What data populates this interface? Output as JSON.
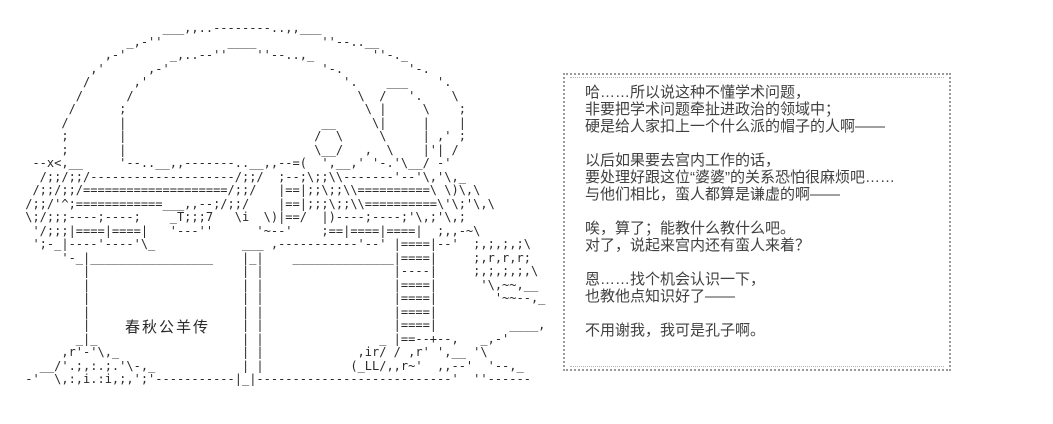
{
  "scene": {
    "background_color": "#ffffff",
    "art_color": "#2a2a2a",
    "dialogue_border_color": "#9a9a9a",
    "dialogue_text_color": "#404040"
  },
  "ascii_art": {
    "desk_label": "春秋公羊传",
    "lines": [
      "                    ___,,..--------..,,___",
      "               _,-''         ____         ''--..__",
      "            ,-'      _,..--''    ''--..,_        ''-._",
      "          ,'      ,-'                     '-.         '-.",
      "         /      ,'                           '.    ___    '.",
      "        /      /                               \\  /   '.    \\",
      "       /      ;                                 \\ |     \\    ;",
      "      /       |                           __     \\|     |    |",
      "      ;       |                          /  \\     \\     | ,' ;",
      "      ;       |                          \\__/   ,  \\    |'| /",
      "  --x<,__     '--..__,,-------..__,,--=(  ',__,' '-.'\\__/ -'",
      "   /;;/;;/--------------------/;;/  ;--;\\;;\\\\-------'--'\\,'\\,_",
      "  /;;/;;/====================/;;/   |==|;;\\;;\\\\==========\\ \\)\\,\\",
      " /;;/'^;============___,,--;/;;/    |==|;;;\\;;\\\\==========\\'\\;'\\,\\",
      " \\;/;;;----;----;    _T;;;7   \\i  \\)|==/  |)----;----;'\\,;'\\,;",
      "  '/;;;|====|====|   '---''      '~--'    ;==|====|====|  ;,,-~\\",
      "  ';-_|----'----'\\_            ___ ,-----------'--' |====|--'  ;,;,;,;\\",
      "      '-_|_________________    |_|    ______________|====|     ;,r,r,r;",
      "         |                     | |                  |----|     ;,;,;,;,\\",
      "         |                     | |                  |====|      '\\,~~,__",
      "         |                     | |                  |====|        '~~--,_",
      "         |                     | |                  |====|",
      "         |                     | |                  |====|          ____,",
      "        _|_                    | |                _ |==--+--,   _,-'",
      "      ,r'-'\\,_                 | |             ,ir/ / ,r' ',__ '\\",
      "   __/'.;,:.;.'\\-,_            | |            (_LL/,,r~'  ,,--'  '--,_",
      " -'  \\,:,i.:i,;,';'-----------|_|---------------------------'  ''------"
    ]
  },
  "dialogue": {
    "paragraphs": [
      {
        "lines": [
          "哈……所以说这种不懂学术问题，",
          "非要把学术问题牵扯进政治的领域中；",
          "硬是给人家扣上一个什么派的帽子的人啊——"
        ]
      },
      {
        "lines": [
          "以后如果要去宫内工作的话，",
          "要处理好跟这位“婆婆”的关系恐怕很麻烦吧……",
          "与他们相比，蛮人都算是谦虚的啊——"
        ]
      },
      {
        "lines": [
          "唉，算了；能教什么教什么吧。",
          "对了，说起来宫内还有蛮人来着？"
        ]
      },
      {
        "lines": [
          "恩……找个机会认识一下，",
          "也教他点知识好了——"
        ]
      },
      {
        "lines": [
          "不用谢我，我可是孔子啊。"
        ]
      }
    ]
  }
}
